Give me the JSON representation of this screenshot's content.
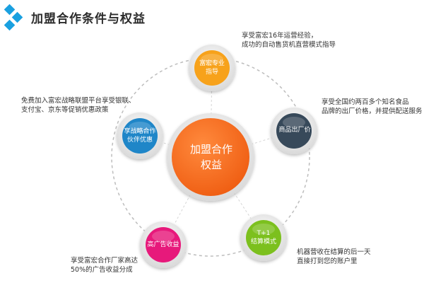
{
  "header": {
    "title": "加盟合作条件与权益",
    "logo_colors": [
      "#1aa0e0",
      "#1aa0e0",
      "#1aa0e0"
    ]
  },
  "center": {
    "line1": "加盟合作",
    "line2": "权益",
    "color": "#f06a1d"
  },
  "nodes": [
    {
      "id": "top",
      "line1": "富宏专业",
      "line2": "指导",
      "color": "#f7a21b",
      "desc": [
        "享受富宏16年运营经验，",
        "成功的自动售货机直营模式指导"
      ]
    },
    {
      "id": "right",
      "line1": "商品出厂价",
      "line2": "",
      "color": "#37495a",
      "desc": [
        "享受全国约两百多个知名食品",
        "品牌的出厂价格，并提供配送服务"
      ]
    },
    {
      "id": "bottom-right",
      "line1": "T+1",
      "line2": "结算模式",
      "color": "#7cc01e",
      "desc": [
        "机器营收在结算的后一天",
        "直接打到您的账户里"
      ]
    },
    {
      "id": "bottom-left",
      "line1": "高广告收益",
      "line2": "",
      "color": "#e7197b",
      "desc": [
        "享受富宏合作厂家高达",
        "50%的广告收益分成"
      ]
    },
    {
      "id": "left",
      "line1": "享战略合作",
      "line2": "伙伴优惠",
      "color": "#1f86c8",
      "desc": [
        "免费加入富宏战略联盟平台享受银联、",
        "支付宝、京东等促销优惠政策"
      ]
    }
  ]
}
